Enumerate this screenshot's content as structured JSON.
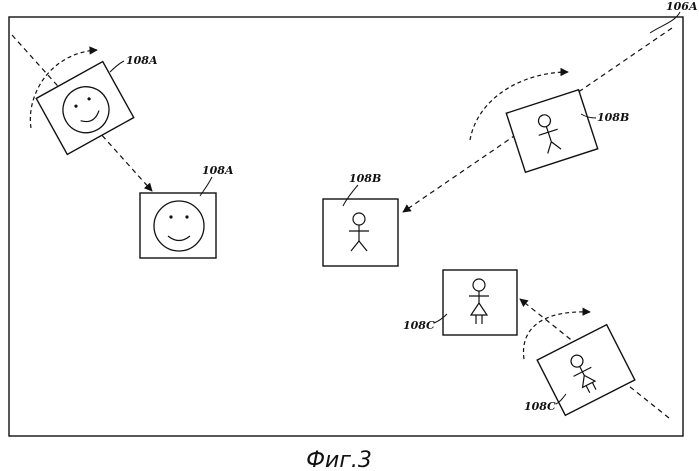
{
  "figure": {
    "caption": "Фиг.3",
    "display_label": "106A",
    "images": [
      {
        "id": "a_before",
        "label": "108A",
        "icon": "smiley-face-icon"
      },
      {
        "id": "a_after",
        "label": "108A",
        "icon": "smiley-face-icon"
      },
      {
        "id": "b_before",
        "label": "108B",
        "icon": "stick-figure-icon"
      },
      {
        "id": "b_after",
        "label": "108B",
        "icon": "stick-figure-icon"
      },
      {
        "id": "c_before",
        "label": "108C",
        "icon": "stick-figure-dress-icon"
      },
      {
        "id": "c_after",
        "label": "108C",
        "icon": "stick-figure-dress-icon"
      }
    ]
  }
}
